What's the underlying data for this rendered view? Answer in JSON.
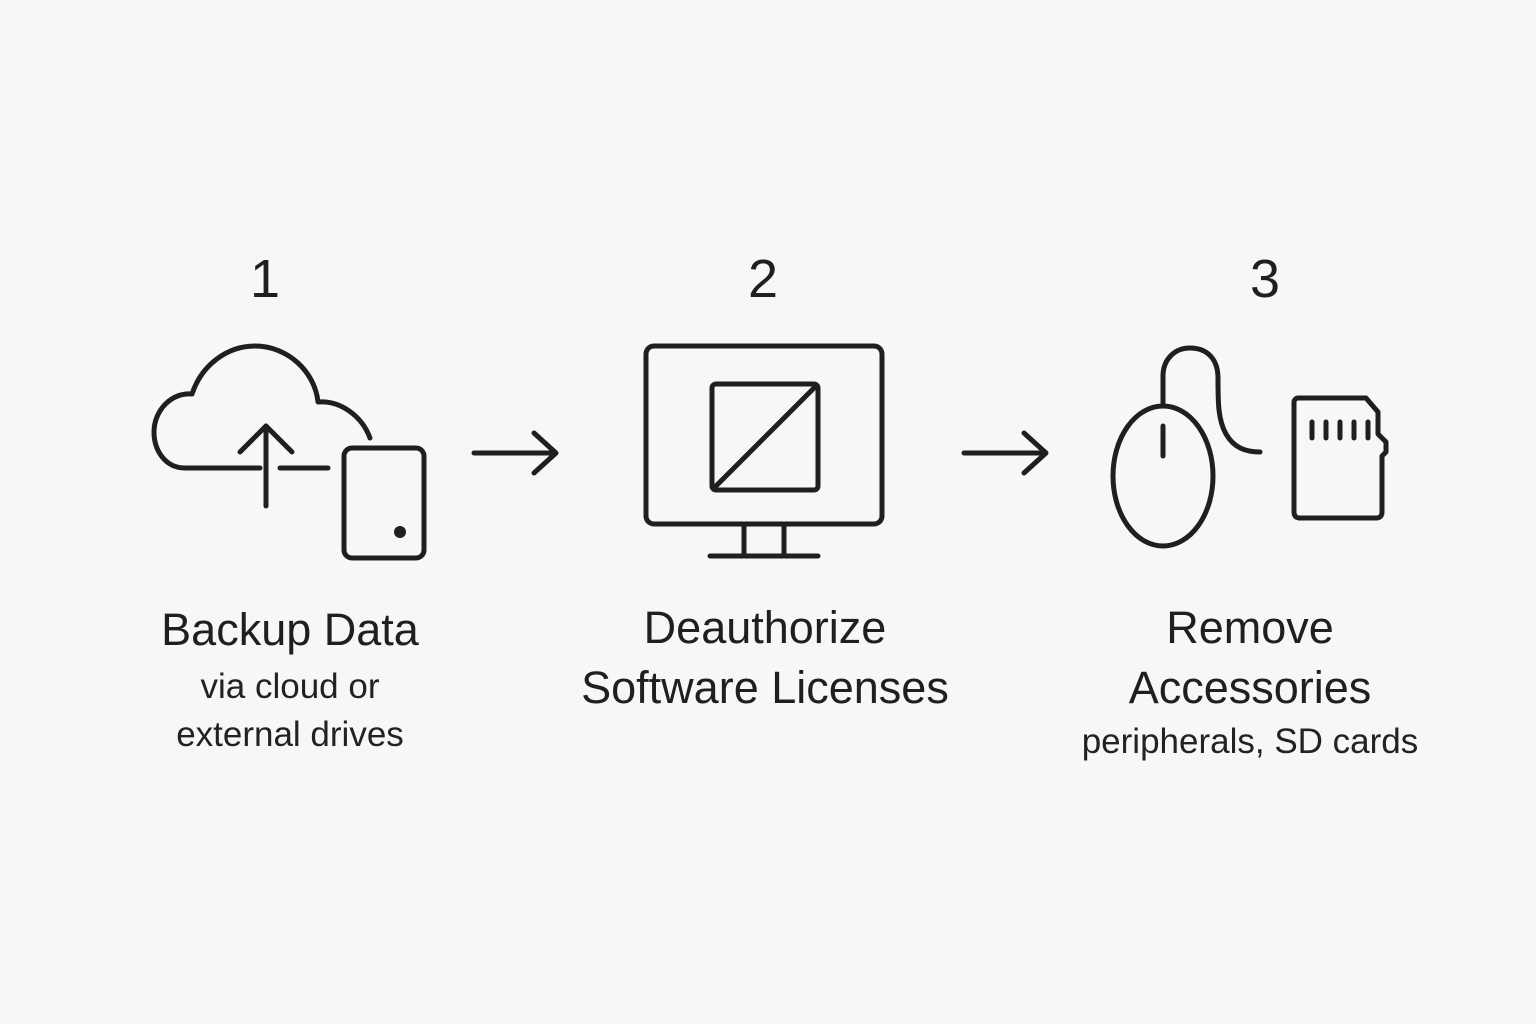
{
  "steps": [
    {
      "number": "1",
      "title_lines": [
        "Backup Data"
      ],
      "desc_lines": [
        "via cloud or",
        "external drives"
      ],
      "icons": [
        "cloud-upload-icon",
        "tablet-icon"
      ]
    },
    {
      "number": "2",
      "title_lines": [
        "Deauthorize",
        "Software Licenses"
      ],
      "desc_lines": [],
      "icons": [
        "monitor-icon",
        "deauthorize-icon"
      ]
    },
    {
      "number": "3",
      "title_lines": [
        "Remove",
        "Accessories"
      ],
      "desc_lines": [
        "peripherals, SD cards"
      ],
      "icons": [
        "mouse-icon",
        "sd-card-icon"
      ]
    }
  ],
  "connectors": [
    "arrow-right-icon",
    "arrow-right-icon"
  ],
  "colors": {
    "background": "#f7f7f7",
    "ink": "#1f1f1f"
  }
}
